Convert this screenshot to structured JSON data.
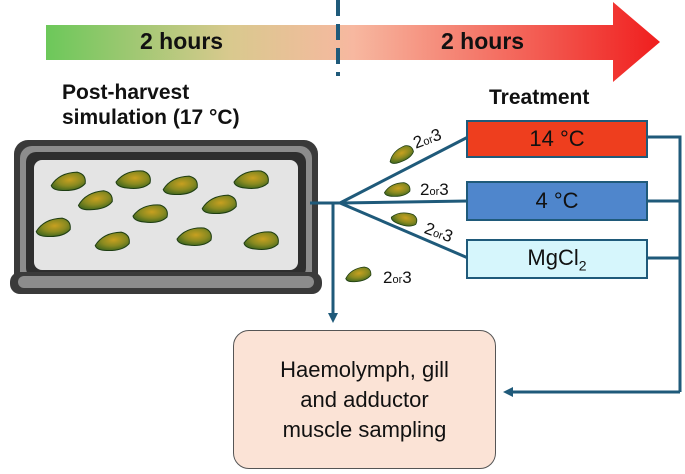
{
  "timeline": {
    "phase1": "2 hours",
    "phase2": "2 hours"
  },
  "post_harvest": {
    "line1": "Post-harvest",
    "line2": "simulation (17 °C)"
  },
  "treatment": {
    "title": "Treatment",
    "box1": "14 °C",
    "box2": "4 °C",
    "box3_base": "MgCl",
    "box3_sub": "2"
  },
  "counts": {
    "num": "2",
    "or": "or",
    "num2": "3"
  },
  "sampling": {
    "line1": "Haemolymph, gill",
    "line2": "and adductor",
    "line3": "muscle sampling"
  },
  "colors": {
    "arrow_start": "#6cc85a",
    "arrow_end": "#f01e1e",
    "box1_fill": "#ee3e1e",
    "box2_fill": "#4f86cc",
    "box3_fill": "#d6f6fc",
    "sampling_fill": "#fbe3d6",
    "flow_line": "#1f5a7a"
  }
}
